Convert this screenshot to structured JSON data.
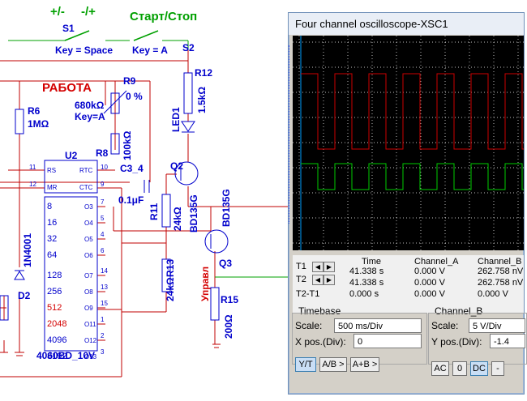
{
  "schematic": {
    "sw_labels": {
      "plus_minus": "+/-",
      "minus_plus": "-/+",
      "start_stop": "Старт/Стоп"
    },
    "s1": "S1",
    "s2": "S2",
    "key_space": "Key = Space",
    "key_a": "Key = A",
    "rabota": "РАБОТА",
    "r9": {
      "name": "R9",
      "percent": "0 %",
      "value": "680kΩ",
      "key": "Key=A"
    },
    "r6": {
      "name": "R6",
      "value": "1MΩ"
    },
    "r8": {
      "name": "R8",
      "value": "100kΩ"
    },
    "c3": {
      "name": "C3_4",
      "value": "0.1μF"
    },
    "r12": {
      "name": "R12",
      "value": "1.5kΩ"
    },
    "led1": "LED1",
    "q2": {
      "name": "Q2",
      "part": "BD135G"
    },
    "q3": {
      "name": "Q3",
      "part": "BD135G"
    },
    "r11": {
      "name": "R11",
      "value": "24kΩ"
    },
    "r13": {
      "name": "R13",
      "value": "24kΩ"
    },
    "r15": {
      "name": "R15",
      "value": "200Ω"
    },
    "upravl": "Управл",
    "d2": {
      "name": "D2",
      "part": "1N4001"
    },
    "u2": {
      "name": "U2",
      "part": "4060BD_10V"
    },
    "chip_pins": {
      "rs": "RS",
      "rtc": "RTC",
      "mr": "MR",
      "ctc": "CTC",
      "pin11": "11",
      "pin10": "10",
      "pin12": "12",
      "pin9": "9"
    },
    "chip_outputs": [
      {
        "div": "8",
        "out": "O3",
        "pin": "7"
      },
      {
        "div": "16",
        "out": "O4",
        "pin": "5"
      },
      {
        "div": "32",
        "out": "O5",
        "pin": "4"
      },
      {
        "div": "64",
        "out": "O6",
        "pin": "6"
      },
      {
        "div": "128",
        "out": "O7",
        "pin": "14"
      },
      {
        "div": "256",
        "out": "O8",
        "pin": "13"
      },
      {
        "div": "512",
        "out": "O9",
        "pin": "15"
      },
      {
        "div": "2048",
        "out": "O11",
        "pin": "1"
      },
      {
        "div": "4096",
        "out": "O12",
        "pin": "2"
      },
      {
        "div": "8192",
        "out": "O13",
        "pin": "3"
      }
    ]
  },
  "oscilloscope": {
    "title": "Four channel oscilloscope-XSC1",
    "table": {
      "headers": [
        "Time",
        "Channel_A",
        "Channel_B"
      ],
      "rows": [
        {
          "label": "T1",
          "time": "41.338 s",
          "a": "0.000 V",
          "b": "262.758 nV"
        },
        {
          "label": "T2",
          "time": "41.338 s",
          "a": "0.000 V",
          "b": "262.758 nV"
        },
        {
          "label": "T2-T1",
          "time": "0.000 s",
          "a": "0.000 V",
          "b": "0.000 V"
        }
      ]
    },
    "timebase": {
      "title": "Timebase",
      "scale_label": "Scale:",
      "scale_value": "500 ms/Div",
      "xpos_label": "X pos.(Div):",
      "xpos_value": "0"
    },
    "channel": {
      "title": "Channel_B",
      "scale_label": "Scale:",
      "scale_value": "5  V/Div",
      "ypos_label": "Y pos.(Div):",
      "ypos_value": "-1.4"
    },
    "mode_buttons": [
      "Y/T",
      "A/B >",
      "A+B >"
    ],
    "coupling_buttons": [
      "AC",
      "0",
      "DC",
      "-"
    ],
    "colors": {
      "channel_a": "#cc0000",
      "channel_b": "#00cc00",
      "screen": "#000000",
      "grid": "#ffffff"
    }
  }
}
